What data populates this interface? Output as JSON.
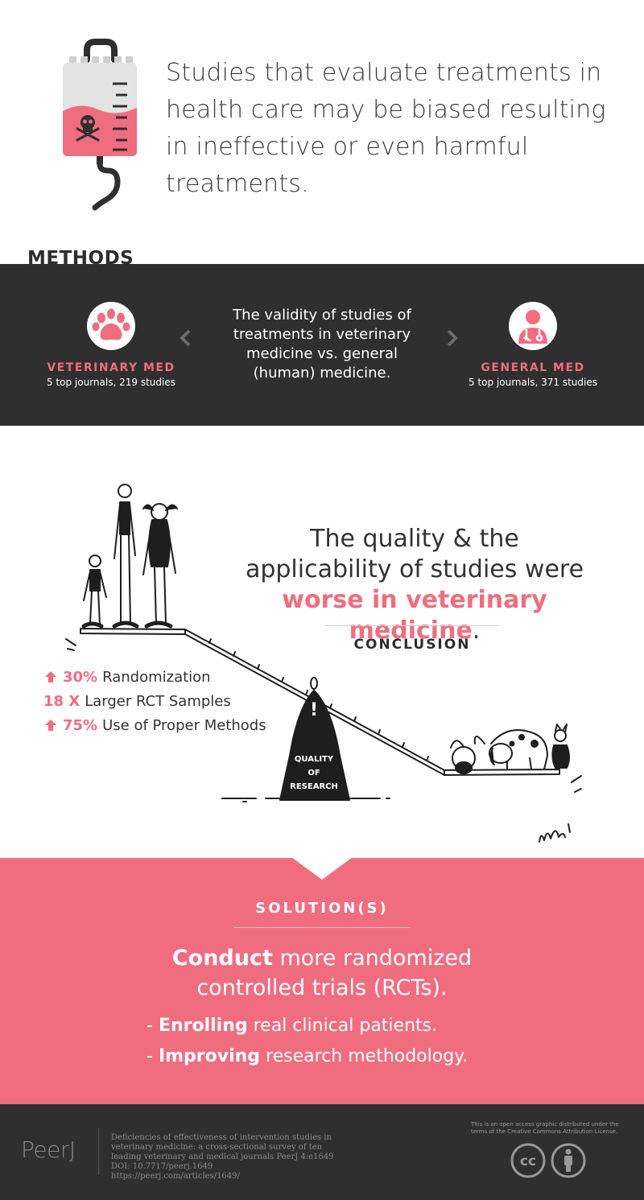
{
  "intro": {
    "text": "Studies that evaluate treatments in health care may be biased resulting in ineffective or even harmful treatments.",
    "icon": "iv-bag-poison-icon"
  },
  "methods": {
    "heading": "METHODS",
    "center_text": "The validity of studies of treatments in veterinary medicine vs. general (human) medicine.",
    "veterinary": {
      "title": "VETERINARY MED",
      "subtitle": "5 top journals, 219 studies",
      "icon": "paw-icon"
    },
    "general": {
      "title": "GENERAL MED",
      "subtitle": "5 top journals, 371 studies",
      "icon": "doctor-icon"
    }
  },
  "conclusion": {
    "text_before": "The quality & the applicability of studies were ",
    "highlight": "worse in veterinary medicine",
    "text_after": ".",
    "label": "CONCLUSION",
    "stats": [
      {
        "arrow": true,
        "value": "30%",
        "label": "Randomization"
      },
      {
        "arrow": false,
        "value": "18 X",
        "label": "Larger RCT Samples"
      },
      {
        "arrow": true,
        "value": "75%",
        "label": "Use of Proper Methods"
      }
    ],
    "illustration": {
      "fulcrum_lines": [
        "QUALITY",
        "OF",
        "RESEARCH"
      ],
      "signature": "mo"
    }
  },
  "solution": {
    "label": "SOLUTION(S)",
    "main_bold": "Conduct",
    "main_rest": " more randomized controlled trials (RCTs).",
    "points": [
      {
        "prefix": "- ",
        "bold": "Enrolling",
        "rest": " real clinical patients."
      },
      {
        "prefix": "- ",
        "bold": "Improving",
        "rest": " research methodology."
      }
    ]
  },
  "footer": {
    "logo": "PeerJ",
    "citation": "Deficiencies of effectiveness of intervention studies in veterinary medicine: a cross-sectional survey of ten leading veterinary and medical journals PeerJ 4:e1649 DOI: 10.7717/peerj.1649 https://peerj.com/articles/1649/",
    "license": "This is an open access graphic distributed under the terms of the Creative Commons Attribution License.",
    "cc_text": "cc"
  },
  "colors": {
    "accent": "#f06d7f",
    "dark": "#2f2f2f",
    "text": "#333333",
    "white": "#ffffff"
  }
}
